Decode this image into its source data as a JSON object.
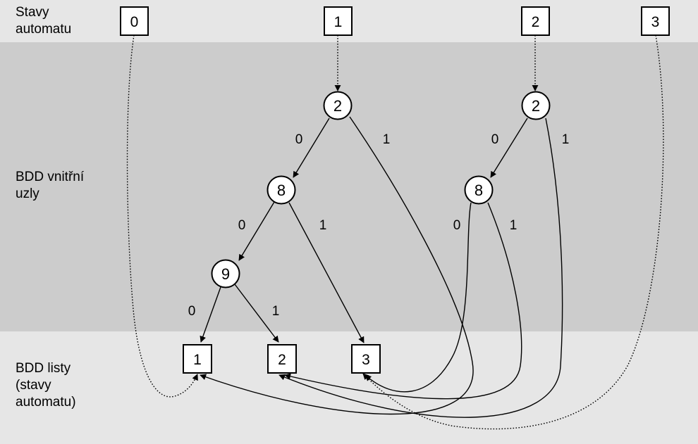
{
  "bands": {
    "top": {
      "label": "Stavy\nautomatu"
    },
    "middle": {
      "label": "BDD vnitřní\nuzly"
    },
    "bottom": {
      "label": "BDD listy\n(stavy\nautomatu)"
    }
  },
  "nodes": {
    "state_0": {
      "text": "0",
      "shape": "square"
    },
    "state_1": {
      "text": "1",
      "shape": "square"
    },
    "state_2": {
      "text": "2",
      "shape": "square"
    },
    "state_3": {
      "text": "3",
      "shape": "square"
    },
    "left_root": {
      "text": "2",
      "shape": "circle"
    },
    "left_mid": {
      "text": "8",
      "shape": "circle"
    },
    "left_low": {
      "text": "9",
      "shape": "circle"
    },
    "right_root": {
      "text": "2",
      "shape": "circle"
    },
    "right_mid": {
      "text": "8",
      "shape": "circle"
    },
    "leaf_1": {
      "text": "1",
      "shape": "square"
    },
    "leaf_2": {
      "text": "2",
      "shape": "square"
    },
    "leaf_3": {
      "text": "3",
      "shape": "square"
    }
  },
  "edges": [
    {
      "id": "state1-to-left-root",
      "from": "state_1",
      "to": "left_root",
      "style": "dotted"
    },
    {
      "id": "state2-to-right-root",
      "from": "state_2",
      "to": "right_root",
      "style": "dotted"
    },
    {
      "id": "state0-to-leaf1",
      "from": "state_0",
      "to": "leaf_1",
      "style": "dotted"
    },
    {
      "id": "state3-to-leaf3",
      "from": "state_3",
      "to": "leaf_3",
      "style": "dotted"
    },
    {
      "id": "left-root-0",
      "from": "left_root",
      "to": "left_mid",
      "label": "0",
      "style": "solid"
    },
    {
      "id": "left-root-1",
      "from": "left_root",
      "to": "leaf_1",
      "label": "1",
      "style": "solid"
    },
    {
      "id": "left-mid-0",
      "from": "left_mid",
      "to": "left_low",
      "label": "0",
      "style": "solid"
    },
    {
      "id": "left-mid-1",
      "from": "left_mid",
      "to": "leaf_3",
      "label": "1",
      "style": "solid"
    },
    {
      "id": "left-low-0",
      "from": "left_low",
      "to": "leaf_1",
      "label": "0",
      "style": "solid"
    },
    {
      "id": "left-low-1",
      "from": "left_low",
      "to": "leaf_2",
      "label": "1",
      "style": "solid"
    },
    {
      "id": "right-root-0",
      "from": "right_root",
      "to": "right_mid",
      "label": "0",
      "style": "solid"
    },
    {
      "id": "right-root-1",
      "from": "right_root",
      "to": "leaf_2",
      "label": "1",
      "style": "solid"
    },
    {
      "id": "right-mid-0",
      "from": "right_mid",
      "to": "leaf_3",
      "label": "0",
      "style": "solid"
    },
    {
      "id": "right-mid-1",
      "from": "right_mid",
      "to": "leaf_2",
      "label": "1",
      "style": "solid"
    }
  ]
}
